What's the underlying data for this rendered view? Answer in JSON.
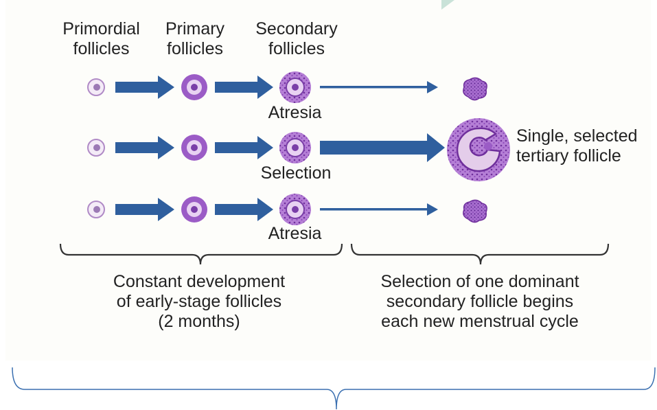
{
  "headers": {
    "primordial": [
      "Primordial",
      "follicles"
    ],
    "primary": [
      "Primary",
      "follicles"
    ],
    "secondary": [
      "Secondary",
      "follicles"
    ]
  },
  "row_labels": {
    "row1": "Atresia",
    "row2": "Selection",
    "row3": "Atresia"
  },
  "tertiary_label": [
    "Single, selected",
    "tertiary follicle"
  ],
  "bottom_left": [
    "Constant development",
    "of early-stage follicles",
    "(2 months)"
  ],
  "bottom_right": [
    "Selection of one dominant",
    "secondary follicle begins",
    "each new menstrual cycle"
  ],
  "colors": {
    "arrow": "#2f5f9e",
    "follicle_outer": "#9b5cc6",
    "follicle_dark": "#7a3ea8",
    "follicle_light": "#e8d2f2",
    "bracket": "#333333",
    "outer_bracket": "#3a6fb0",
    "corner_accent": "#c9e2d8"
  }
}
